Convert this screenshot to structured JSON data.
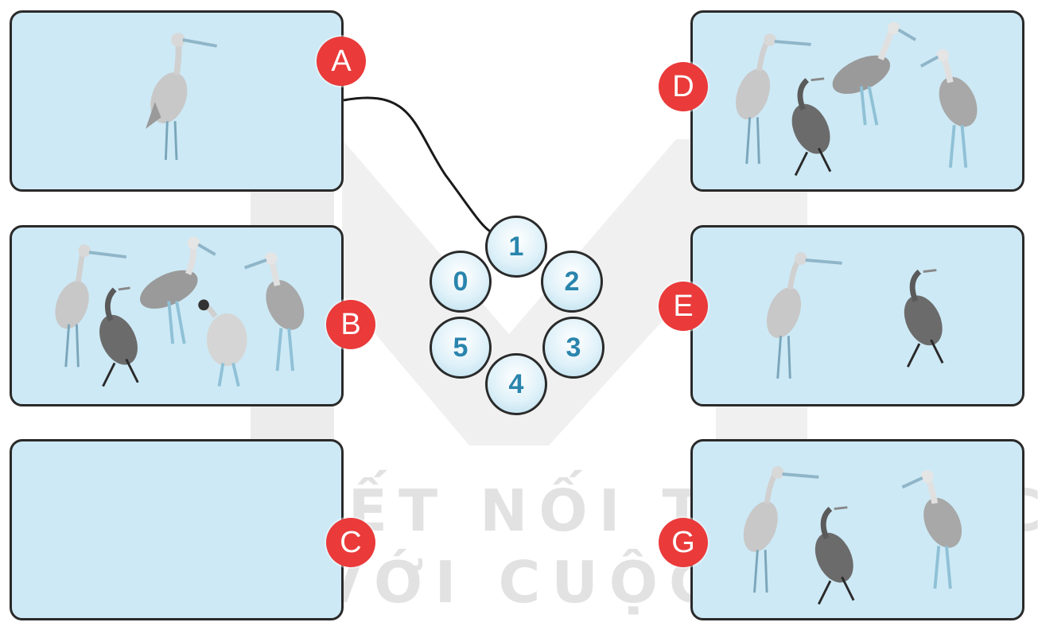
{
  "watermark": {
    "line1": "KẾT NỐI TRI THỨC",
    "line2": "VỚI CUỘC SỐNG"
  },
  "panels": [
    {
      "label": "A",
      "birds": [
        "white-stork"
      ]
    },
    {
      "label": "B",
      "birds": [
        "white-stork",
        "grey-heron",
        "white-stork",
        "duck",
        "white-stork"
      ]
    },
    {
      "label": "C",
      "birds": []
    },
    {
      "label": "D",
      "birds": [
        "white-stork",
        "grey-heron",
        "white-stork",
        "white-stork"
      ]
    },
    {
      "label": "E",
      "birds": [
        "white-stork",
        "grey-heron"
      ]
    },
    {
      "label": "G",
      "birds": [
        "white-stork",
        "grey-heron",
        "white-stork"
      ]
    }
  ],
  "numbers": [
    "1",
    "2",
    "3",
    "4",
    "5",
    "0"
  ],
  "connections": [
    {
      "from": "A",
      "to": "1"
    }
  ],
  "colors": {
    "panel_bg": "#cde9f5",
    "badge": "#ea3a3a",
    "number_text": "#2a85ad"
  }
}
